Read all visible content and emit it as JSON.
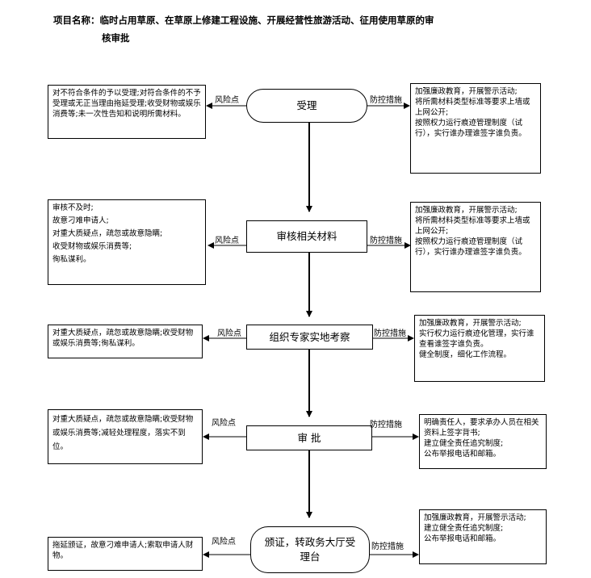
{
  "title": {
    "line1": "项目名称：临时占用草原、在草原上修建工程设施、开展经营性旅游活动、征用使用草原的审",
    "line2": "核审批"
  },
  "labels": {
    "risk": "风险点",
    "control": "防控措施"
  },
  "steps": [
    {
      "name": "受理",
      "risks": [
        "对不符合条件的予以受理;对符合条件的不予受理或无正当理由拖延受理;收受财物或娱乐消费等;未一次性告知和说明所需材料。"
      ],
      "controls": [
        "加强廉政教育，开展警示活动;",
        "将所需材料类型标准等要求上墙或上网公开;",
        "按照权力运行痕迹管理制度（试行），实行谁办理谁签字谁负责。"
      ]
    },
    {
      "name": "审核相关材料",
      "risks": [
        "审核不及时;",
        "故意刁难申请人;",
        "对重大质疑点，疏忽或故意隐瞒;",
        "收受财物或娱乐消费等;",
        "徇私谋利。"
      ],
      "controls": [
        "加强廉政教育，开展警示活动;",
        "将所需材料类型标准等要求上墙或上网公开;",
        "按照权力运行痕迹管理制度（试行），实行谁办理谁签字谁负责。"
      ]
    },
    {
      "name": "组织专家实地考察",
      "risks": [
        "对重大质疑点，疏忽或故意隐瞒;收受财物或娱乐消费等;徇私谋利。"
      ],
      "controls": [
        "加强廉政教育，开展警示活动;",
        "实行权力运行痕迹化管理，实行谁查看谁签字谁负责。",
        "健全制度，细化工作流程。"
      ]
    },
    {
      "name": "审  批",
      "risks": [
        "对重大质疑点，疏忽或故意隐瞒;收受财物或娱乐消费等;减轻处理程度，落实不到位。"
      ],
      "controls": [
        "明确责任人，要求承办人员在相关资料上签字背书;",
        "建立健全责任追究制度;",
        "公布举报电话和邮箱。"
      ]
    },
    {
      "name": "颁证，转政务大厅受理台",
      "risks": [
        "拖延颁证，故意刁难申请人;索取申请人财物。"
      ],
      "controls": [
        "加强廉政教育，开展警示活动;",
        "建立健全责任追究制度;",
        "公布举报电话和邮箱。"
      ]
    }
  ]
}
